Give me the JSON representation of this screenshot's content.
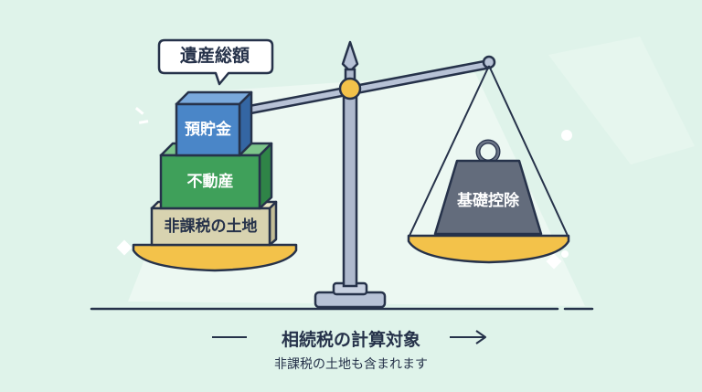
{
  "diagram": {
    "bubble_label": "遺産総額",
    "left_stack": [
      {
        "label": "預貯金",
        "color": "#4a86c8"
      },
      {
        "label": "不動産",
        "color": "#3fa05a"
      },
      {
        "label": "非課税の土地",
        "color": "#d8d3b0"
      }
    ],
    "right_weight_label": "基礎控除",
    "caption_main": "相続税の計算対象",
    "caption_sub": "非課税の土地も含まれます"
  }
}
